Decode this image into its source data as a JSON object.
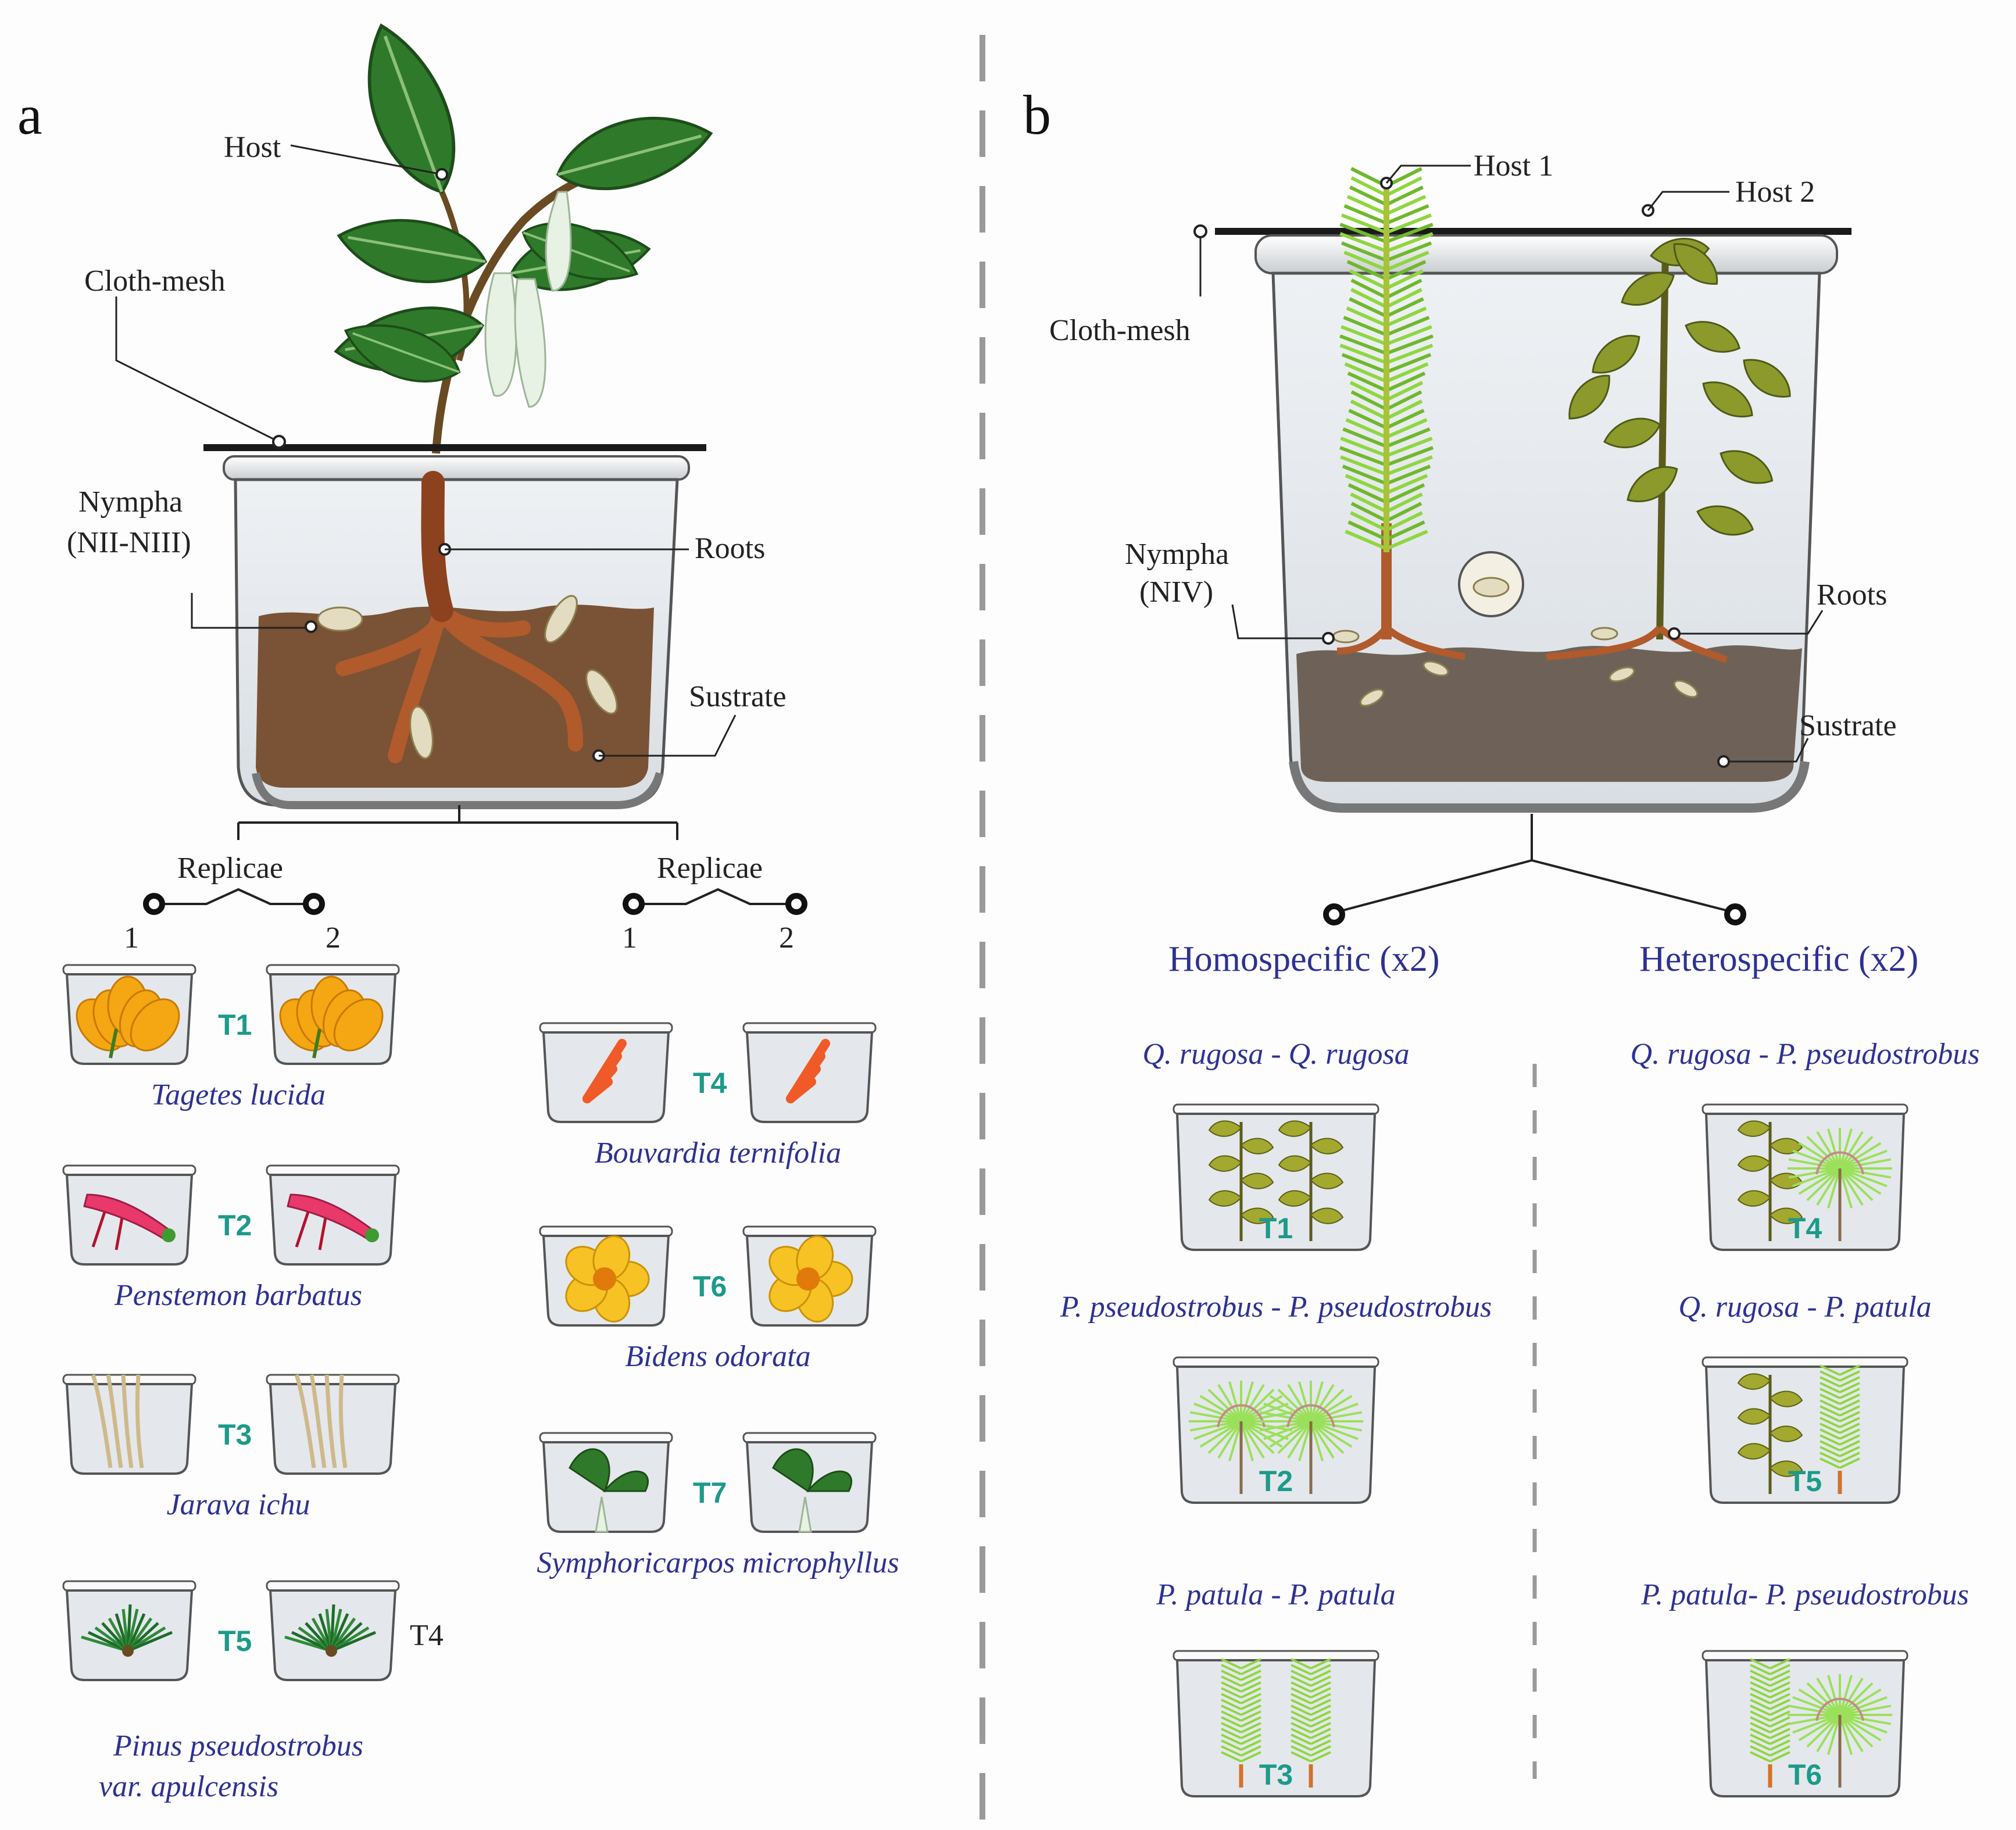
{
  "panel_a": {
    "letter": "a",
    "host": "Host",
    "cloth_mesh": "Cloth-mesh",
    "nympha": [
      "Nympha",
      "(NII-NIII)"
    ],
    "roots": "Roots",
    "substrate": "Sustrate",
    "replicae": "Replicae",
    "rep1": "1",
    "rep2": "2",
    "treatments": [
      {
        "code": "T1",
        "species": "Tagetes lucida",
        "kind": "flower-orange"
      },
      {
        "code": "T2",
        "species": "Penstemon barbatus",
        "kind": "flower-red"
      },
      {
        "code": "T3",
        "species": "Jarava ichu",
        "kind": "grass"
      },
      {
        "code": "T5",
        "species": "Pinus pseudostrobus",
        "species2": "var. apulcensis",
        "kind": "pine",
        "extra_label": "T4"
      },
      {
        "code": "T4",
        "species": "Bouvardia ternifolia",
        "kind": "flower-tubular"
      },
      {
        "code": "T6",
        "species": "Bidens odorata",
        "kind": "flower-yellow"
      },
      {
        "code": "T7",
        "species": "Symphoricarpos microphyllus",
        "kind": "leaves"
      }
    ]
  },
  "panel_b": {
    "letter": "b",
    "host1": "Host 1",
    "host2": "Host 2",
    "cloth_mesh": "Cloth-mesh",
    "nympha": [
      "Nympha",
      "(NIV)"
    ],
    "roots": "Roots",
    "substrate": "Sustrate",
    "homospecific": "Homospecific (x2)",
    "heterospecific": "Heterospecific (x2)",
    "homo": [
      {
        "code": "T1",
        "title": "Q. rugosa - Q. rugosa"
      },
      {
        "code": "T2",
        "title": "P. pseudostrobus - P. pseudostrobus"
      },
      {
        "code": "T3",
        "title": "P. patula - P. patula"
      }
    ],
    "hetero": [
      {
        "code": "T4",
        "title": "Q. rugosa - P. pseudostrobus"
      },
      {
        "code": "T5",
        "title": "Q. rugosa - P. patula"
      },
      {
        "code": "T6",
        "title": "P. patula- P. pseudostrobus"
      }
    ]
  },
  "colors": {
    "title_blue": "#2e3192",
    "treatment_teal": "#1d9a8a",
    "soil_a": "#7a5235",
    "soil_b": "#6e6258",
    "leaf_dark": "#2f7a2a",
    "needle_green": "#8fd640"
  }
}
